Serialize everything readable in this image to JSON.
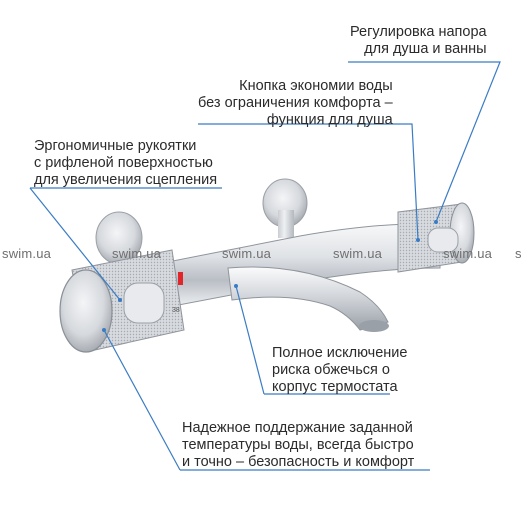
{
  "callouts": {
    "pressure": {
      "line1": "Регулировка напора",
      "line2": "для душа и ванны"
    },
    "water_saving": {
      "line1": "Кнопка экономии воды",
      "line2": "без ограничения комфорта –",
      "line3": "функция для душа"
    },
    "ergonomic": {
      "line1": "Эргономичные рукоятки",
      "line2": "с рифленой поверхностью",
      "line3": "для увеличения сцепления"
    },
    "no_burn": {
      "line1": "Полное исключение",
      "line2": "риска обжечься о",
      "line3": "корпус термостата"
    },
    "reliable": {
      "line1": "Надежное поддержание заданной",
      "line2": "температуры воды, всегда быстро",
      "line3": "и точно – безопасность и комфорт"
    }
  },
  "watermarks": [
    "swim.ua",
    "swim.ua",
    "swim.ua",
    "swim.ua",
    "swim.ua",
    "s"
  ],
  "colors": {
    "callout_line": "#3a7cc4",
    "chrome_light": "#f2f3f5",
    "chrome_dark": "#8d9299",
    "indicator_red": "#e0262b"
  },
  "icons": [
    "faucet-image"
  ]
}
